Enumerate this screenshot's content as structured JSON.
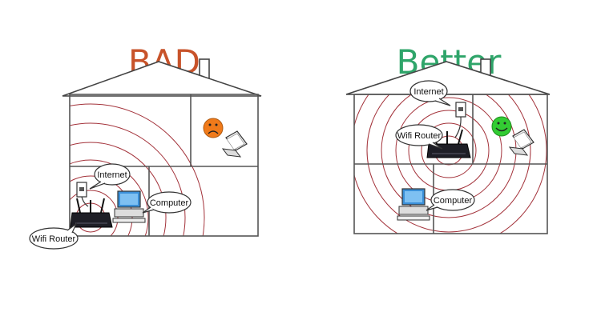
{
  "bad": {
    "title": "BAD",
    "title_color": "#c8532a",
    "face_color": "#f07a1a",
    "labels": {
      "internet": "Internet",
      "computer": "Computer",
      "router": "Wifi Router"
    }
  },
  "better": {
    "title": "Better",
    "title_color": "#2fa56a",
    "face_color": "#33cc33",
    "labels": {
      "internet": "Internet",
      "computer": "Computer",
      "router": "Wifi Router"
    }
  },
  "colors": {
    "signal_ring": "#a3323a",
    "wall": "#555555",
    "roof": "#444444"
  },
  "icons": [
    "wall-jack-icon",
    "router-icon",
    "desktop-computer-icon",
    "laptop-icon",
    "sad-face-icon",
    "smiley-face-icon"
  ]
}
